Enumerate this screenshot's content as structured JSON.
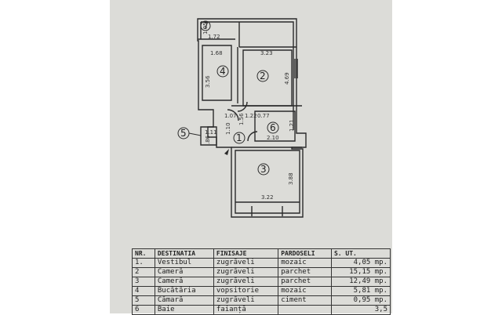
{
  "plan": {
    "rooms": [
      {
        "number": "1"
      },
      {
        "number": "2"
      },
      {
        "number": "3"
      },
      {
        "number": "4"
      },
      {
        "number": "5"
      },
      {
        "number": "6"
      },
      {
        "number": "7"
      }
    ],
    "dimensions": {
      "room7_width": "1.72",
      "room7_height": "1.05",
      "room4_width": "1.68",
      "room4_height": "3.56",
      "room2_width": "3.23",
      "room2_height": "4.69",
      "hall_a": "1.07",
      "hall_b": "1.56",
      "hall_c": "1.10",
      "hall_d": "1.22",
      "hall_e": "0.77",
      "room6_width": "2.10",
      "room6_height": "1.21",
      "room5_a": "1.11",
      "room5_b": ".86",
      "room3_width": "3.22",
      "room3_height": "3.88"
    }
  },
  "table": {
    "headers": [
      "NR.",
      "DESTINATIA",
      "FINISAJE",
      "PARDOSELI",
      "S. UT."
    ],
    "rows": [
      [
        "1.",
        "Vestibul",
        "zugrăveli",
        "mozaic",
        "4,05 mp."
      ],
      [
        "2",
        "Cameră",
        "zugrăveli",
        "parchet",
        "15,15 mp."
      ],
      [
        "3",
        "Cameră",
        "zugrăveli",
        "parchet",
        "12,49 mp."
      ],
      [
        "4",
        "Bucătăria",
        "vopsitorie",
        "mozaic",
        "5,81 mp."
      ],
      [
        "5",
        "Cămară",
        "zugrăveli",
        "ciment",
        "0,95 mp."
      ],
      [
        "6",
        "Baie",
        "faianță",
        "",
        "3,5"
      ]
    ]
  },
  "colors": {
    "paper": "#dcdcd8",
    "ink": "#2a2a2a"
  }
}
